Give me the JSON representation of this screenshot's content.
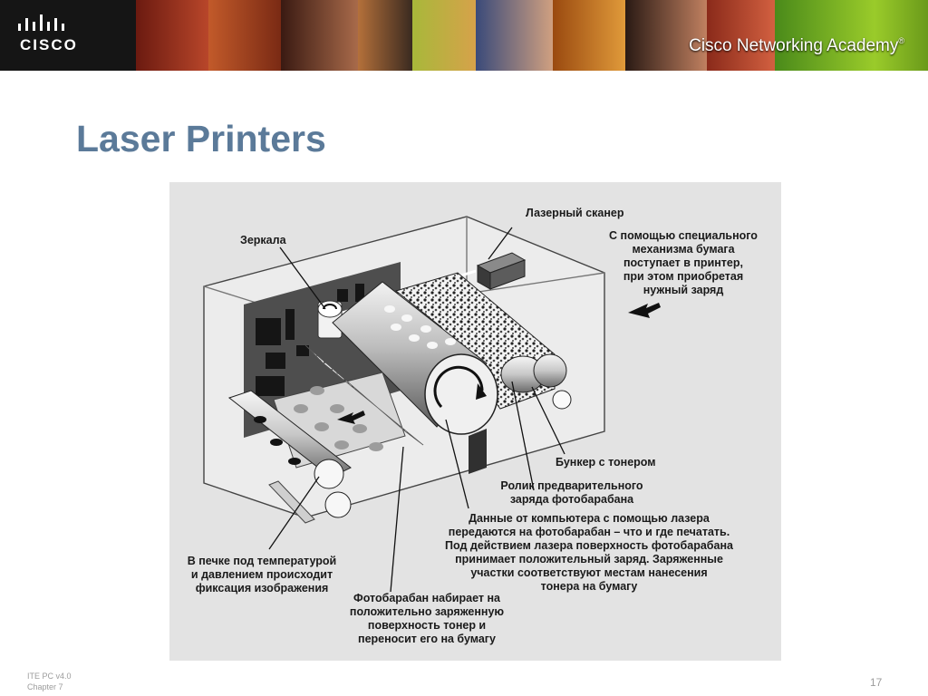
{
  "header": {
    "logo_text": "CISCO",
    "academy_name": "Cisco Networking Academy",
    "academy_mark": "®"
  },
  "slide": {
    "title": "Laser Printers"
  },
  "diagram": {
    "labels": {
      "scanner": "Лазерный сканер",
      "mirrors": "Зеркала",
      "paper_feed": [
        "С помощью специального",
        "механизма бумага",
        "поступает в принтер,",
        "при этом приобретая",
        "нужный заряд"
      ],
      "toner_hopper": "Бункер с тонером",
      "charge_roller": [
        "Ролик предварительного",
        "заряда фотобарабана"
      ],
      "data_to_drum": [
        "Данные от компьютера с помощью лазера",
        "передаются на фотобарабан – что и где печатать.",
        "Под действием лазера поверхность фотобарабана",
        "принимает положительный заряд. Заряженные",
        "участки соответствуют местам нанесения",
        "тонера на бумагу"
      ],
      "fuser": [
        "В печке под температурой",
        "и давлением происходит",
        "фиксация изображения"
      ],
      "drum_toner": [
        "Фотобарабан набирает на",
        "положительно заряженную",
        "поверхность тонер и",
        "переносит его на бумагу"
      ]
    }
  },
  "footer": {
    "line1": "ITE PC v4.0",
    "line2": "Chapter 7",
    "page_number": "17"
  }
}
